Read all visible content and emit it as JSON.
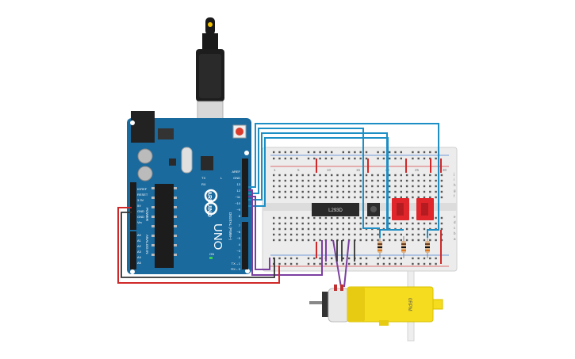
{
  "arduino": {
    "brand": "ARDUINO",
    "model": "UNO",
    "power_header_label": "POWER",
    "analog_header_label": "ANALOG IN",
    "digital_header_label": "DIGITAL (PWM~)",
    "power_pins": [
      "IOREF",
      "RESET",
      "3.3V",
      "5V",
      "GND",
      "GND",
      "Vin"
    ],
    "analog_pins": [
      "A0",
      "A1",
      "A2",
      "A3",
      "A4",
      "A5"
    ],
    "digital_top_pins": [
      "AREF",
      "GND",
      "13",
      "12",
      "~11",
      "~10",
      "~9",
      "8"
    ],
    "digital_bottom_pins": [
      "7",
      "~6",
      "~5",
      "4",
      "~3",
      "2",
      "TX→1",
      "RX←0"
    ],
    "on_label": "ON",
    "tx_label": "TX",
    "rx_label": "RX",
    "l_label": "L"
  },
  "breadboard": {
    "column_numbers": [
      "1",
      "5",
      "10",
      "15",
      "20",
      "25",
      "30"
    ],
    "row_letters_top": [
      "j",
      "i",
      "h",
      "g",
      "f"
    ],
    "row_letters_bottom": [
      "e",
      "d",
      "c",
      "b",
      "a"
    ]
  },
  "ic": {
    "label": "L293D"
  },
  "motor": {
    "label": "0RPM"
  },
  "colors": {
    "arduino_blue": "#1a6a9e",
    "wire_blue": "#1e8fc4",
    "wire_purple": "#7b3fa0",
    "wire_red": "#d02828",
    "wire_black": "#222222",
    "motor_yellow": "#f5dc1e",
    "display_red": "#e0262b"
  },
  "icons": [
    "usb-cable-icon",
    "arduino-infinity-logo-icon",
    "reset-button-icon"
  ]
}
